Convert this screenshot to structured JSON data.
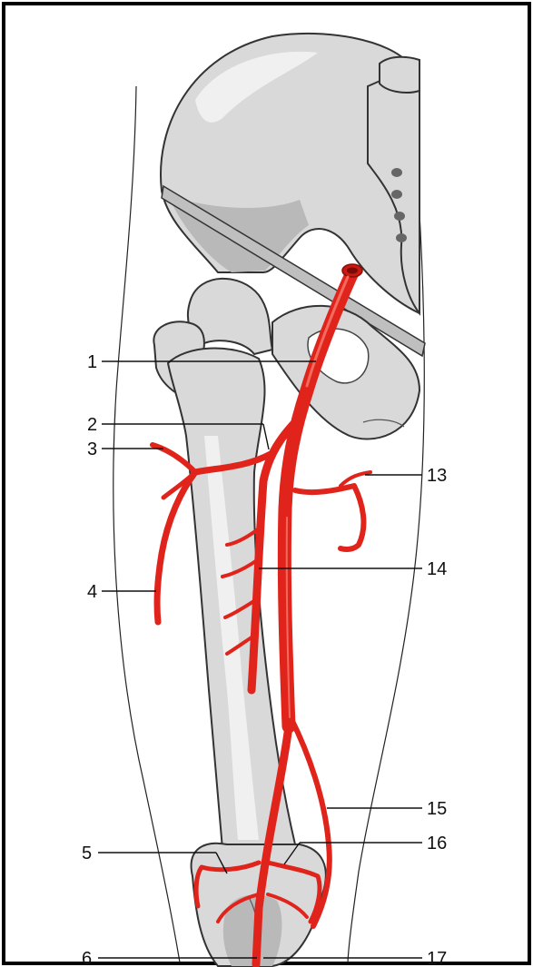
{
  "labels": {
    "l1": "1",
    "l2": "2",
    "l3": "3",
    "l4": "4",
    "l5": "5",
    "l6": "6",
    "l13": "13",
    "l14": "14",
    "l15": "15",
    "l16": "16",
    "l17": "17"
  },
  "colors": {
    "artery": "#e0241b",
    "bone": "#d9d9d9",
    "frame": "#000000"
  }
}
